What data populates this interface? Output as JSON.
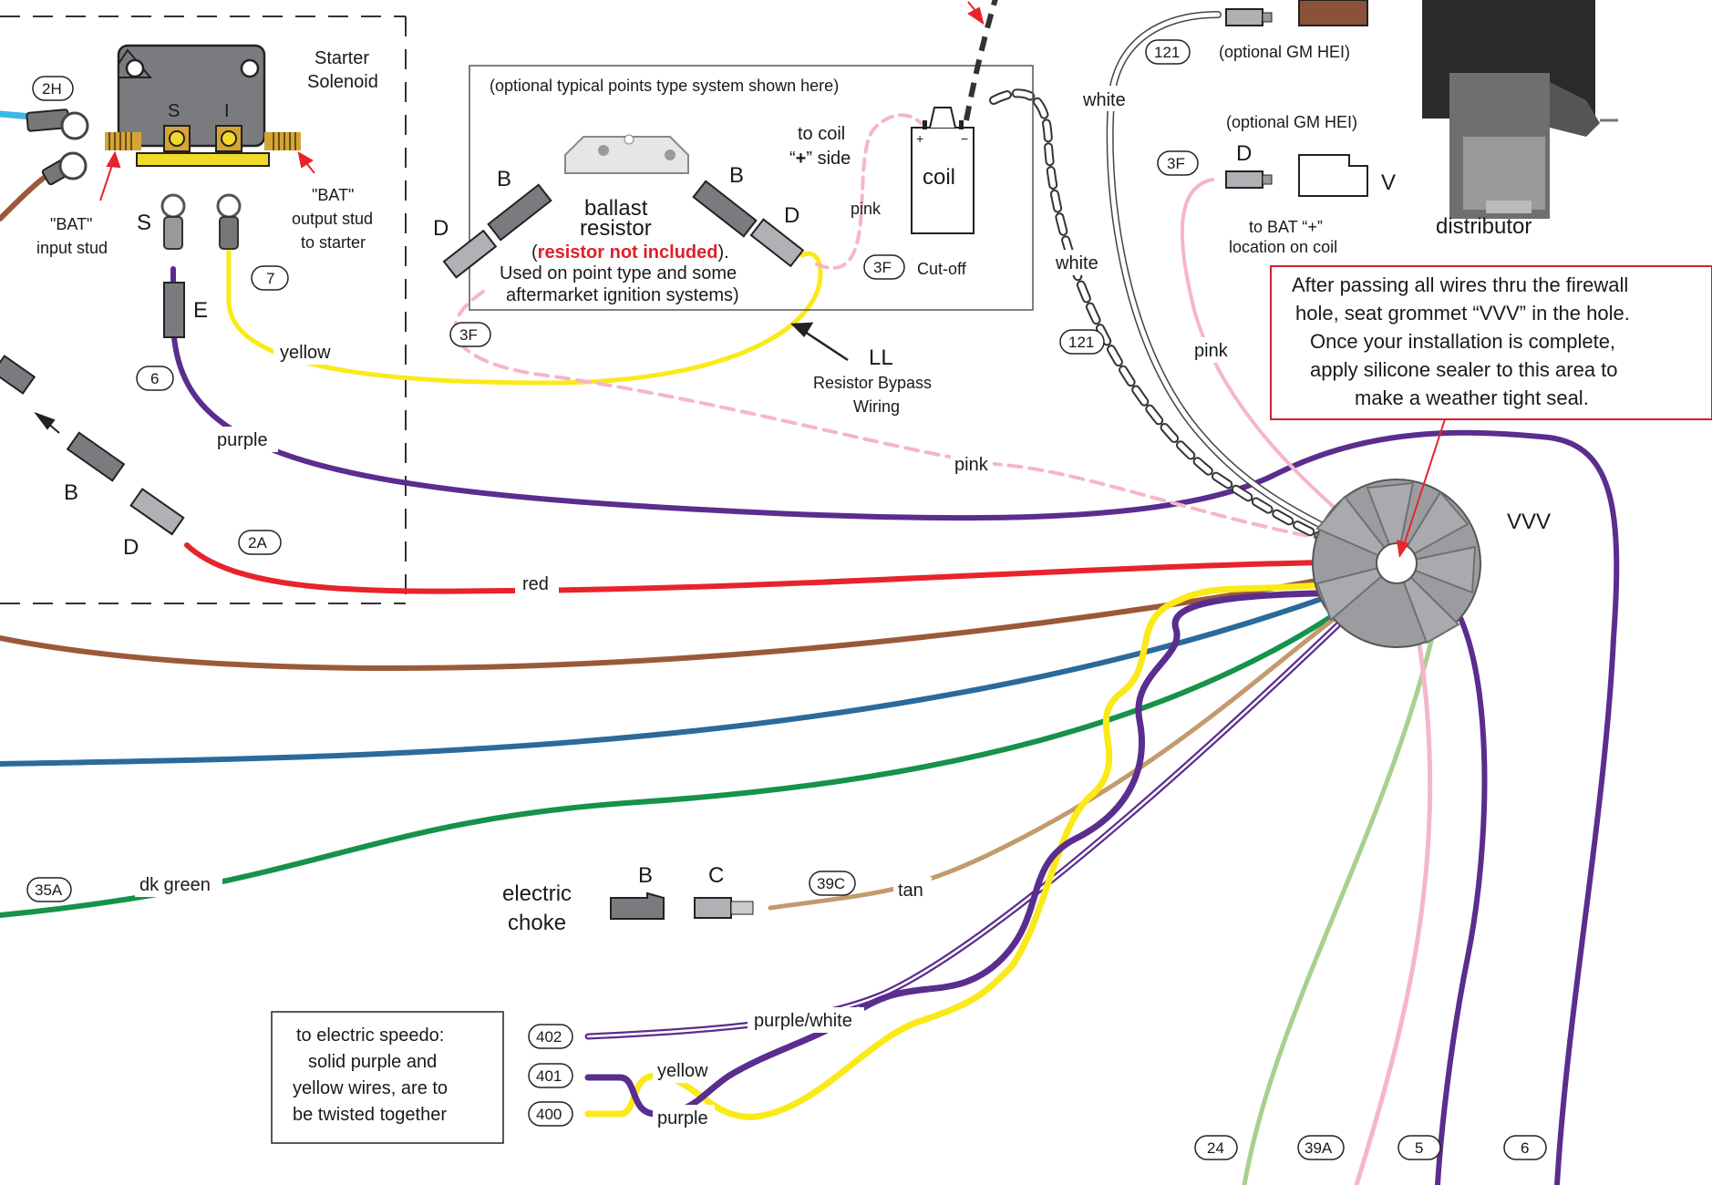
{
  "colors": {
    "red": "#e8232b",
    "brown": "#9a5a3a",
    "blue": "#2b6a9a",
    "dk_green": "#16924a",
    "purple": "#5a2d8e",
    "yellow": "#fbe918",
    "pink": "#f5b6c8",
    "light_green": "#a8d08d",
    "tan": "#c49a6c",
    "cyan": "#3bb9e2",
    "grommet": "#9b9c9f"
  },
  "solenoid": {
    "title_line1": "Starter",
    "title_line2": "Solenoid",
    "term_s": "S",
    "term_i": "I",
    "bat_input_line1": "\"BAT\"",
    "bat_input_line2": "input stud",
    "bat_output_line1": "\"BAT\"",
    "bat_output_line2": "output stud",
    "bat_output_line3": "to starter",
    "ring_s": "S"
  },
  "ballast_box": {
    "header": "(optional typical points type system shown here)",
    "ballast_line1": "ballast",
    "ballast_line2": "resistor",
    "paren_open": "(",
    "not_included": "resistor not included",
    "paren_close": ").",
    "used_line1": "Used on point type and some",
    "used_line2": "aftermarket ignition systems)",
    "to_coil_line1": "to coil",
    "to_coil_quote_open": "“",
    "to_coil_plus": "+",
    "to_coil_quote_close": "” side",
    "coil": "coil",
    "pink": "pink",
    "cutoff_badge": "3F",
    "cutoff_text": "Cut-off",
    "conn_b_left": "B",
    "conn_d_left": "D",
    "conn_b_right": "B",
    "conn_d_right": "D"
  },
  "bypass": {
    "code": "LL",
    "line1": "Resistor Bypass",
    "line2": "Wiring"
  },
  "hei": {
    "optional_top": "(optional GM HEI)",
    "optional_mid": "(optional GM HEI)",
    "conn_d": "D",
    "conn_v": "V",
    "bat_line1": "to BAT “+”",
    "bat_line2": "location on coil",
    "distributor": "distributor"
  },
  "callout": {
    "line1": "After passing all wires thru the firewall",
    "line2": "hole, seat grommet “VVV” in the hole.",
    "line3": "Once your installation is complete,",
    "line4": "apply silicone sealer to this area to",
    "line5": "make a weather tight seal."
  },
  "grommet_label": "VVV",
  "choke": {
    "line1": "electric",
    "line2": "choke",
    "conn_b": "B",
    "conn_c": "C"
  },
  "speedo": {
    "line1": "to electric speedo:",
    "line2": "solid purple and",
    "line3": "yellow wires, are to",
    "line4": "be twisted together"
  },
  "left_conn": {
    "b": "B",
    "d": "D",
    "e": "E"
  },
  "badges": {
    "b2h": "2H",
    "b7": "7",
    "b6": "6",
    "b2a": "2A",
    "b3f_left": "3F",
    "b121_top": "121",
    "b3f_right": "3F",
    "b121_mid": "121",
    "b35a": "35A",
    "b39c": "39C",
    "b402": "402",
    "b401": "401",
    "b400": "400",
    "b24": "24",
    "b39a": "39A",
    "b5": "5",
    "b6_bottom": "6"
  },
  "wire_labels": {
    "yellow": "yellow",
    "purple": "purple",
    "pink_bottom": "pink",
    "red": "red",
    "white_top": "white",
    "white_mid": "white",
    "pink_right": "pink",
    "dk_green": "dk green",
    "tan": "tan",
    "purple_white": "purple/white",
    "yellow_twist": "yellow",
    "purple_twist": "purple"
  }
}
